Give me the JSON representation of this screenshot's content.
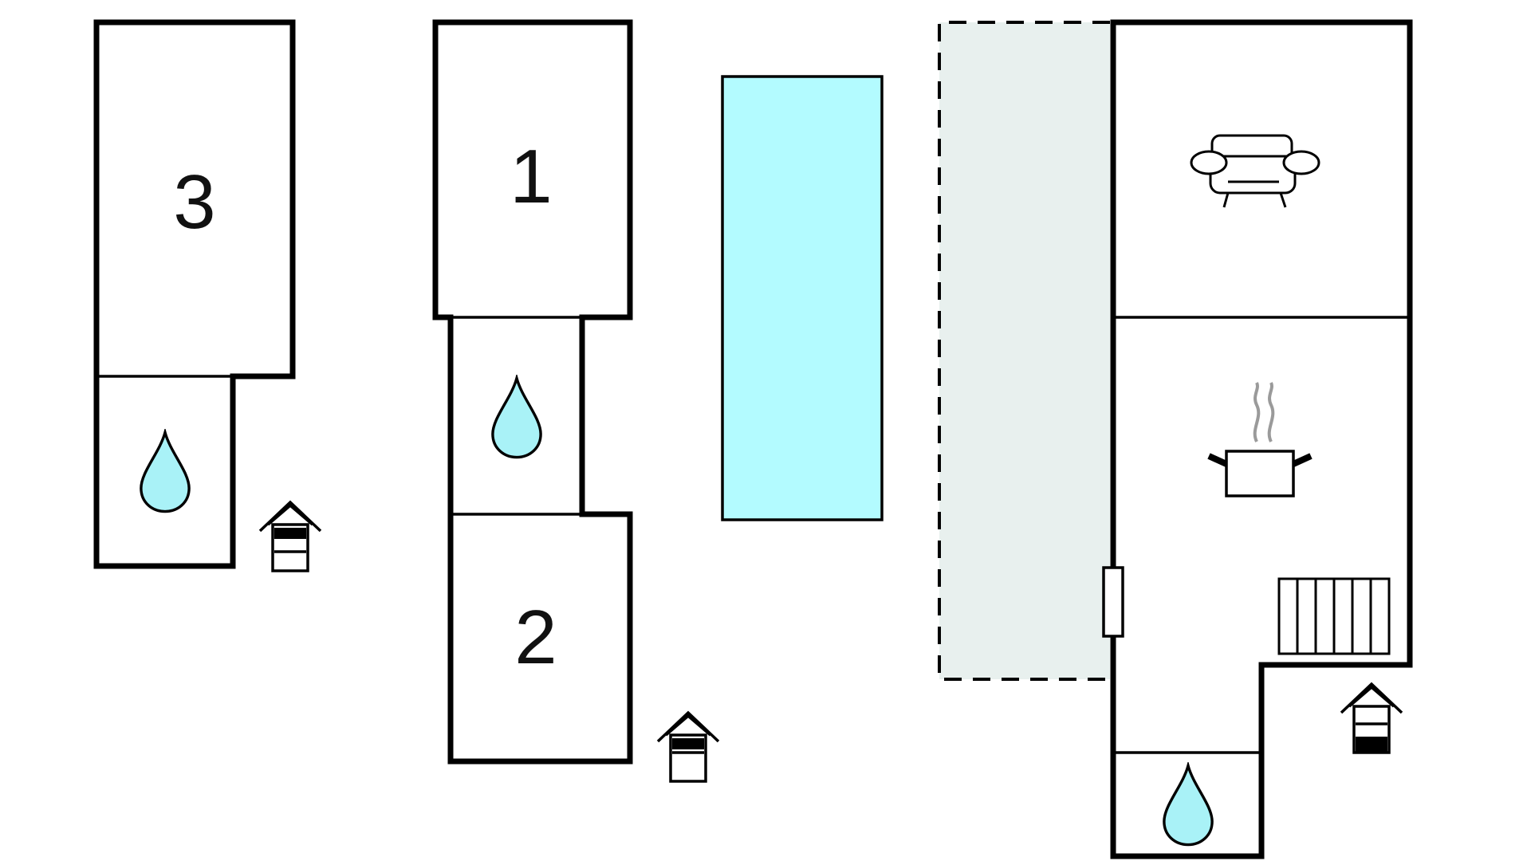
{
  "colors": {
    "wall": "#000000",
    "pool": "#b3fbff",
    "water_drop": "#a9f2f7",
    "terrace": "#e8f0ee",
    "steam": "#9a9a9a",
    "background": "#ffffff"
  },
  "rooms": {
    "bedroom_3": {
      "label": "3"
    },
    "bedroom_1": {
      "label": "1"
    },
    "bedroom_2": {
      "label": "2"
    }
  },
  "icons": {
    "bathroom": "water-drop-icon",
    "entrance": "house-entrance-icon",
    "living_room": "sofa-icon",
    "kitchen": "cooking-pot-icon",
    "stairs": "staircase-icon",
    "pool": "swimming-pool",
    "terrace": "terrace-area"
  }
}
